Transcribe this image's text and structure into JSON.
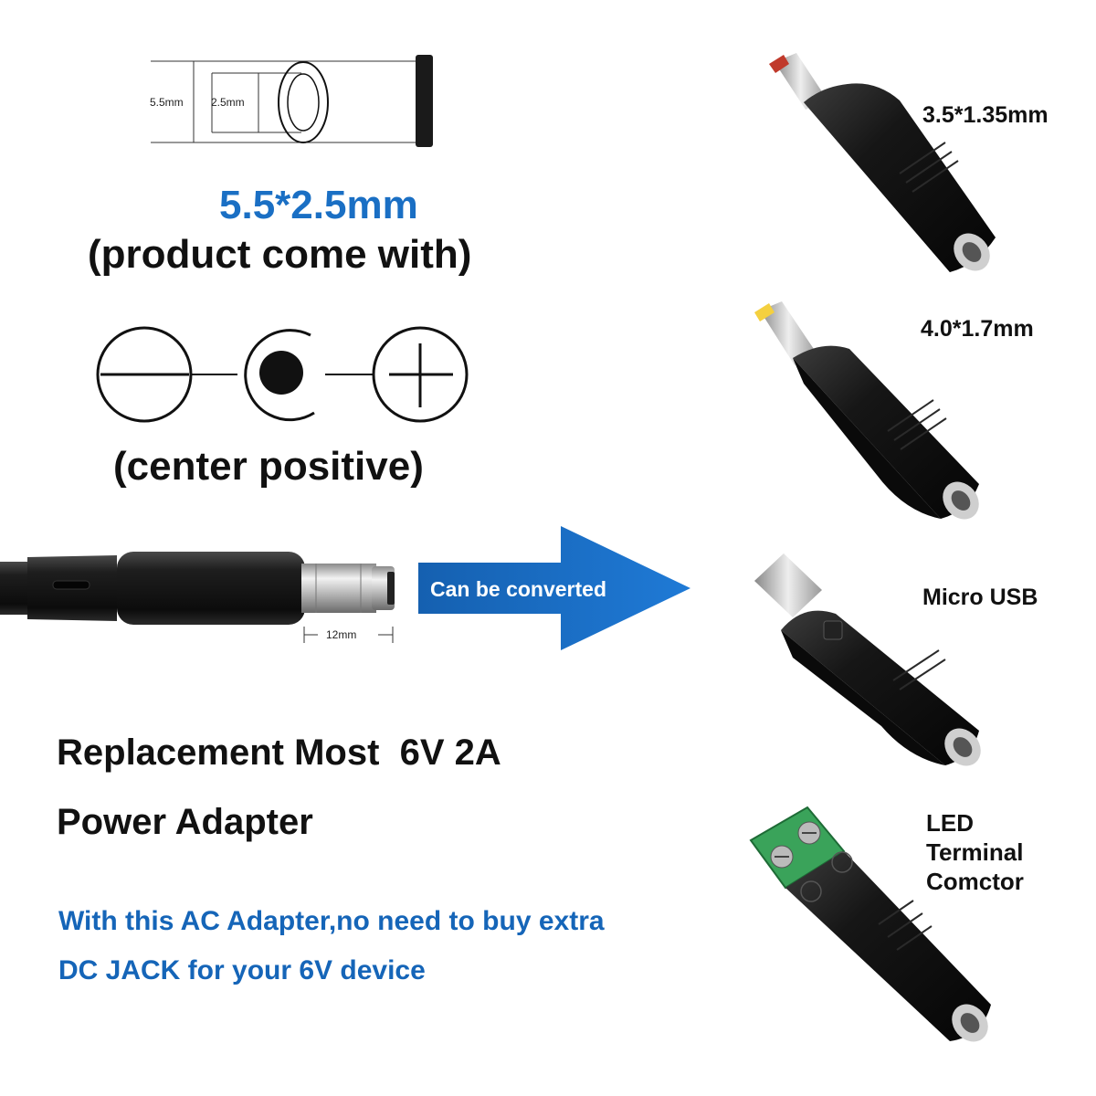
{
  "plug_diagram": {
    "outer_diameter_label": "5.5mm",
    "inner_diameter_label": "2.5mm",
    "size_title": "5.5*2.5mm",
    "size_subtitle": "(product come with)"
  },
  "polarity": {
    "caption": "(center positive)",
    "icons": [
      "minus-symbol",
      "center-dot-symbol",
      "plus-symbol"
    ]
  },
  "plug": {
    "length_label": "12mm"
  },
  "arrow": {
    "label": "Can be converted",
    "color": "#1a73c8"
  },
  "headline": {
    "line1": "Replacement Most  6V 2A",
    "line2": "Power Adapter"
  },
  "note": {
    "line1": "With this AC Adapter,no need to buy extra",
    "line2": "DC JACK for your 6V device",
    "color": "#1565b8"
  },
  "adapters": [
    {
      "label": "3.5*1.35mm",
      "tip_color": "#c0392b"
    },
    {
      "label": "4.0*1.7mm",
      "tip_color": "#f4d03f"
    },
    {
      "label": "Micro USB"
    },
    {
      "label_lines": [
        "LED",
        "Terminal",
        "Comctor"
      ],
      "block_color": "#3aa35a"
    }
  ],
  "colors": {
    "title_blue": "#1a6fc4",
    "text_dark": "#111111"
  }
}
